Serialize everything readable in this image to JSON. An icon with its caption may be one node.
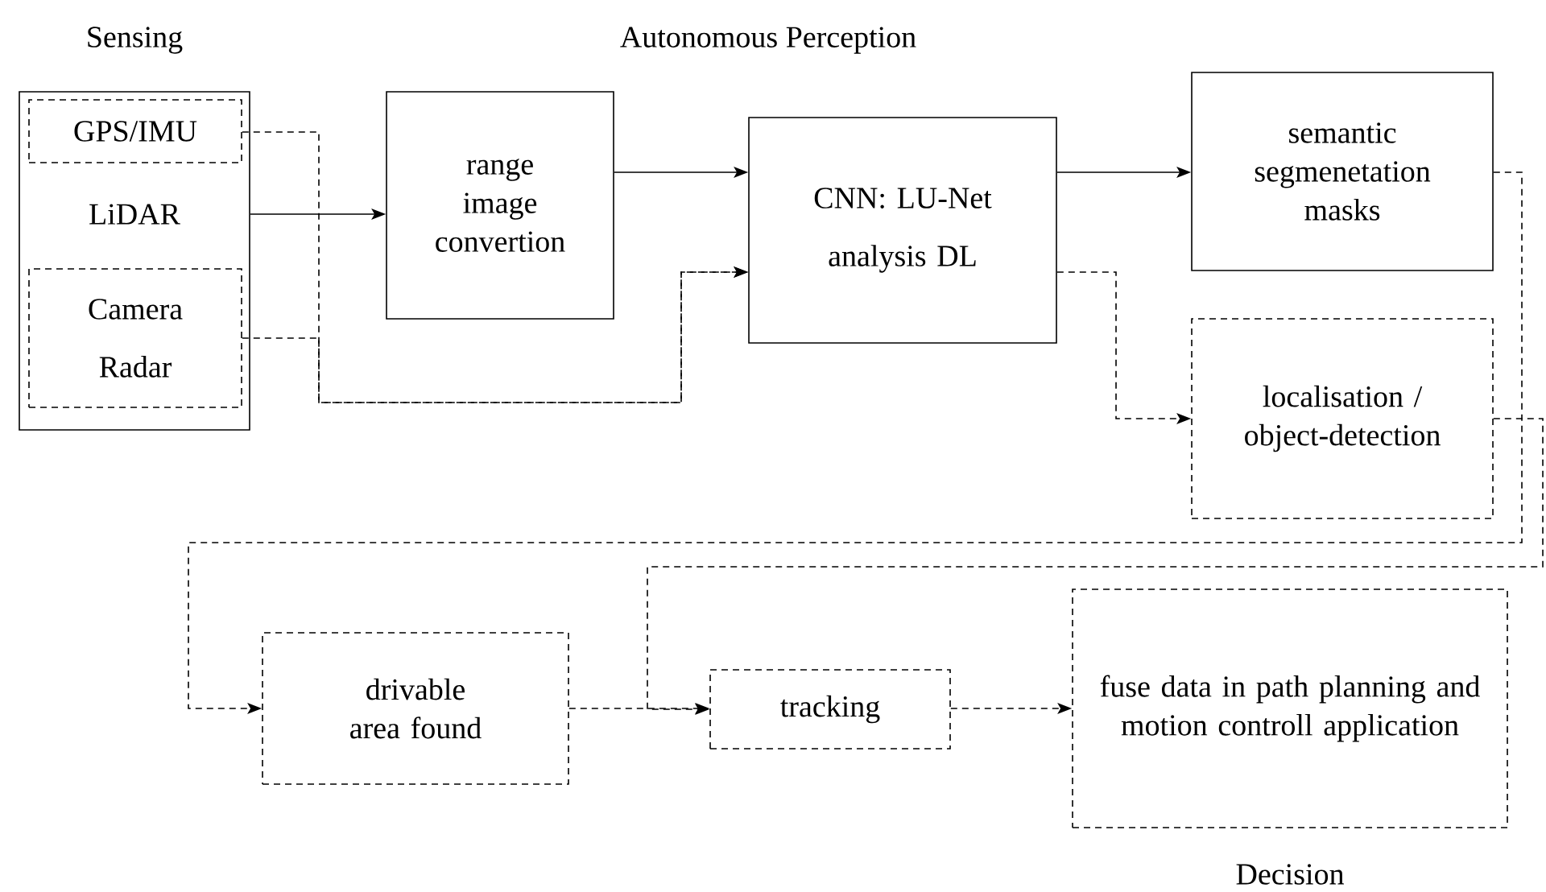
{
  "diagram": {
    "nodes": [
      {
        "text": [
          "Sensing",
          "LiDAR"
        ]
      },
      {
        "text": [
          "GPS/IMU"
        ],
        "in": 0
      },
      {
        "text": [
          "Camera",
          "Radar"
        ],
        "in": 0
      },
      {
        "text": [
          "range image convertion"
        ]
      },
      {
        "text": [
          "CNN: LU-Net",
          "analysis DL"
        ]
      },
      {
        "text": [
          "semantic segmenetation masks"
        ]
      },
      {
        "text": [
          "localisation / object-detection"
        ]
      },
      {
        "text": [
          "drivable area found"
        ]
      },
      {
        "text": [
          "tracking"
        ]
      },
      {
        "text": [
          "fuse data in path planning and motion controll application"
        ],
        "beside": [
          "Decision"
        ]
      }
    ],
    "edges": [
      {
        "from": 0,
        "to": 3,
        "arrow": "to"
      },
      {
        "from": 1,
        "to": 4,
        "arrow": "to",
        "style": "dashed"
      },
      {
        "from": 2,
        "to": 4,
        "arrow": "to",
        "style": "dashed"
      },
      {
        "from": 3,
        "to": 4,
        "arrow": "to"
      },
      {
        "from": 4,
        "to": 5,
        "arrow": "to"
      },
      {
        "from": 4,
        "to": 6,
        "arrow": "to",
        "style": "dashed"
      },
      {
        "from": 5,
        "to": 7,
        "arrow": "to",
        "style": "dashed"
      },
      {
        "from": 6,
        "to": 8,
        "arrow": "to",
        "style": "dashed"
      },
      {
        "from": 7,
        "to": 8,
        "arrow": "to",
        "style": "dashed"
      },
      {
        "from": 8,
        "to": 9,
        "arrow": "to",
        "style": "dashed"
      }
    ],
    "labels": [
      "Autonomous Perception"
    ]
  }
}
